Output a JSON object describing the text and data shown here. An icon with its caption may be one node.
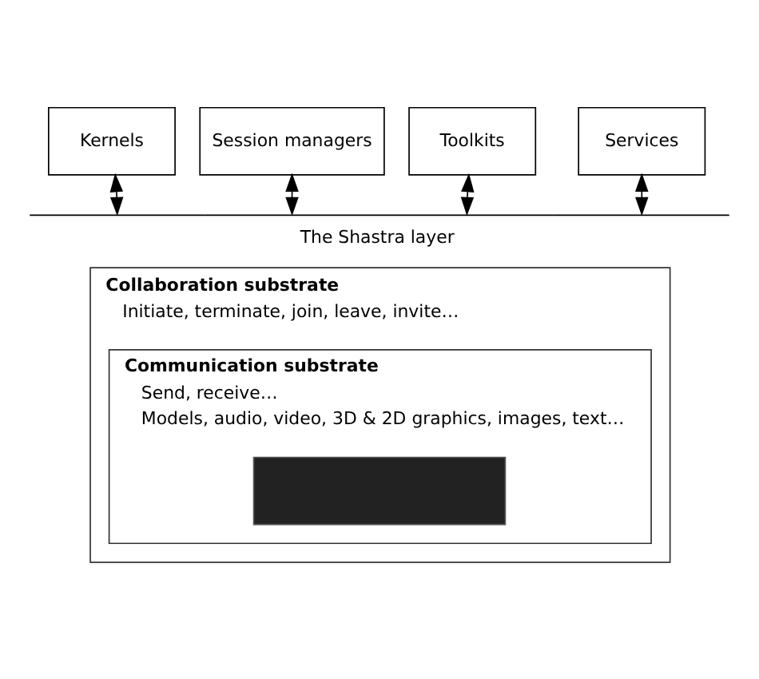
{
  "diagram": {
    "nodes": [
      {
        "text": [
          "Kernels"
        ]
      },
      {
        "text": [
          "Session managers"
        ]
      },
      {
        "text": [
          "Toolkits"
        ]
      },
      {
        "text": [
          "Services"
        ]
      },
      {
        "text": [
          "The Shastra layer"
        ]
      },
      {
        "text": [
          "Collaboration substrate",
          "Initiate, terminate, join, leave, invite…"
        ]
      },
      {
        "text": [
          "Communication substrate",
          "Send, receive…",
          "Models, audio, video, 3D & 2D graphics, images, text…"
        ],
        "in": 5
      },
      {
        "text": [],
        "shape": "box",
        "in": 6
      }
    ],
    "edges": [
      {
        "from": 0,
        "to": 4,
        "arrow": "both"
      },
      {
        "from": 1,
        "to": 4,
        "arrow": "both"
      },
      {
        "from": 2,
        "to": 4,
        "arrow": "both"
      },
      {
        "from": 3,
        "to": 4,
        "arrow": "both"
      }
    ]
  }
}
